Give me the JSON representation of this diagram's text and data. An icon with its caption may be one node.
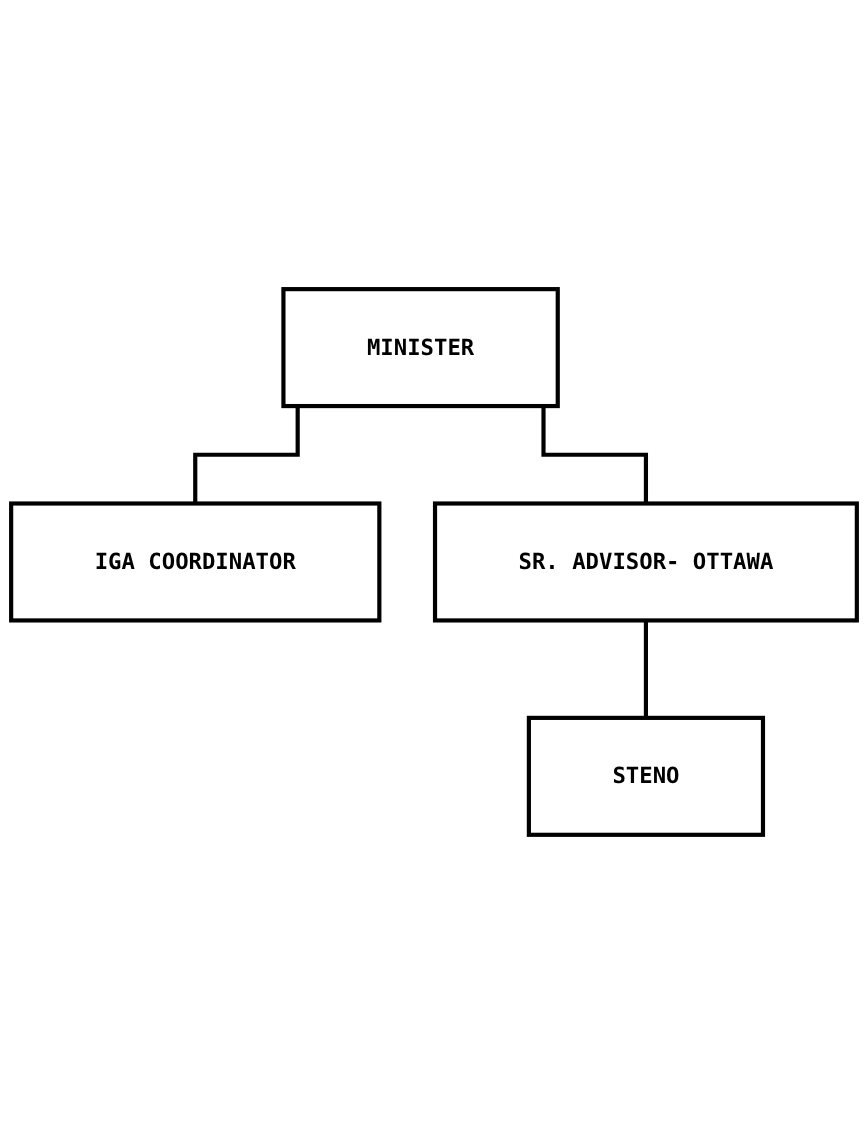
{
  "diagram": {
    "nodes": [
      {
        "text": [
          "MINISTER"
        ]
      },
      {
        "text": [
          "IGA COORDINATOR"
        ]
      },
      {
        "text": [
          "SR. ADVISOR- OTTAWA"
        ]
      },
      {
        "text": [
          "STENO"
        ]
      }
    ],
    "edges": [
      {
        "from": 0,
        "to": 1,
        "arrow": "none"
      },
      {
        "from": 0,
        "to": 2,
        "arrow": "none"
      },
      {
        "from": 2,
        "to": 3,
        "arrow": "none"
      }
    ]
  }
}
